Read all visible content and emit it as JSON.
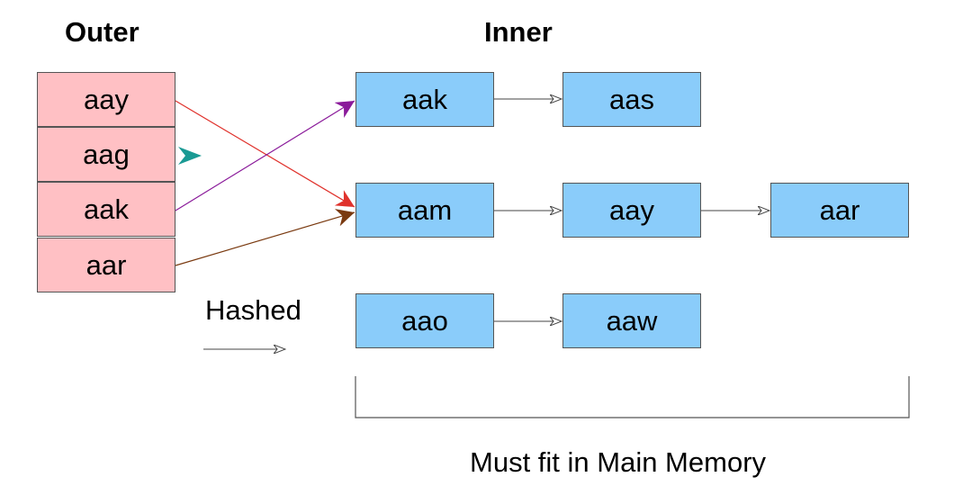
{
  "outer": {
    "title": "Outer",
    "cells": [
      "aay",
      "aag",
      "aak",
      "aar"
    ]
  },
  "inner": {
    "title": "Inner",
    "buckets": [
      [
        "aak",
        "aas"
      ],
      [
        "aam",
        "aay",
        "aar"
      ],
      [
        "aao",
        "aaw"
      ]
    ]
  },
  "hashed_label": "Hashed",
  "memory_label": "Must fit in Main Memory",
  "colors": {
    "outer_fill": "#ffc0c4",
    "inner_fill": "#8accfa",
    "arrow_aay": "#e0322c",
    "arrow_aag": "#1a9a94",
    "arrow_aak": "#8a1a9a",
    "arrow_aar": "#7a3a10"
  }
}
